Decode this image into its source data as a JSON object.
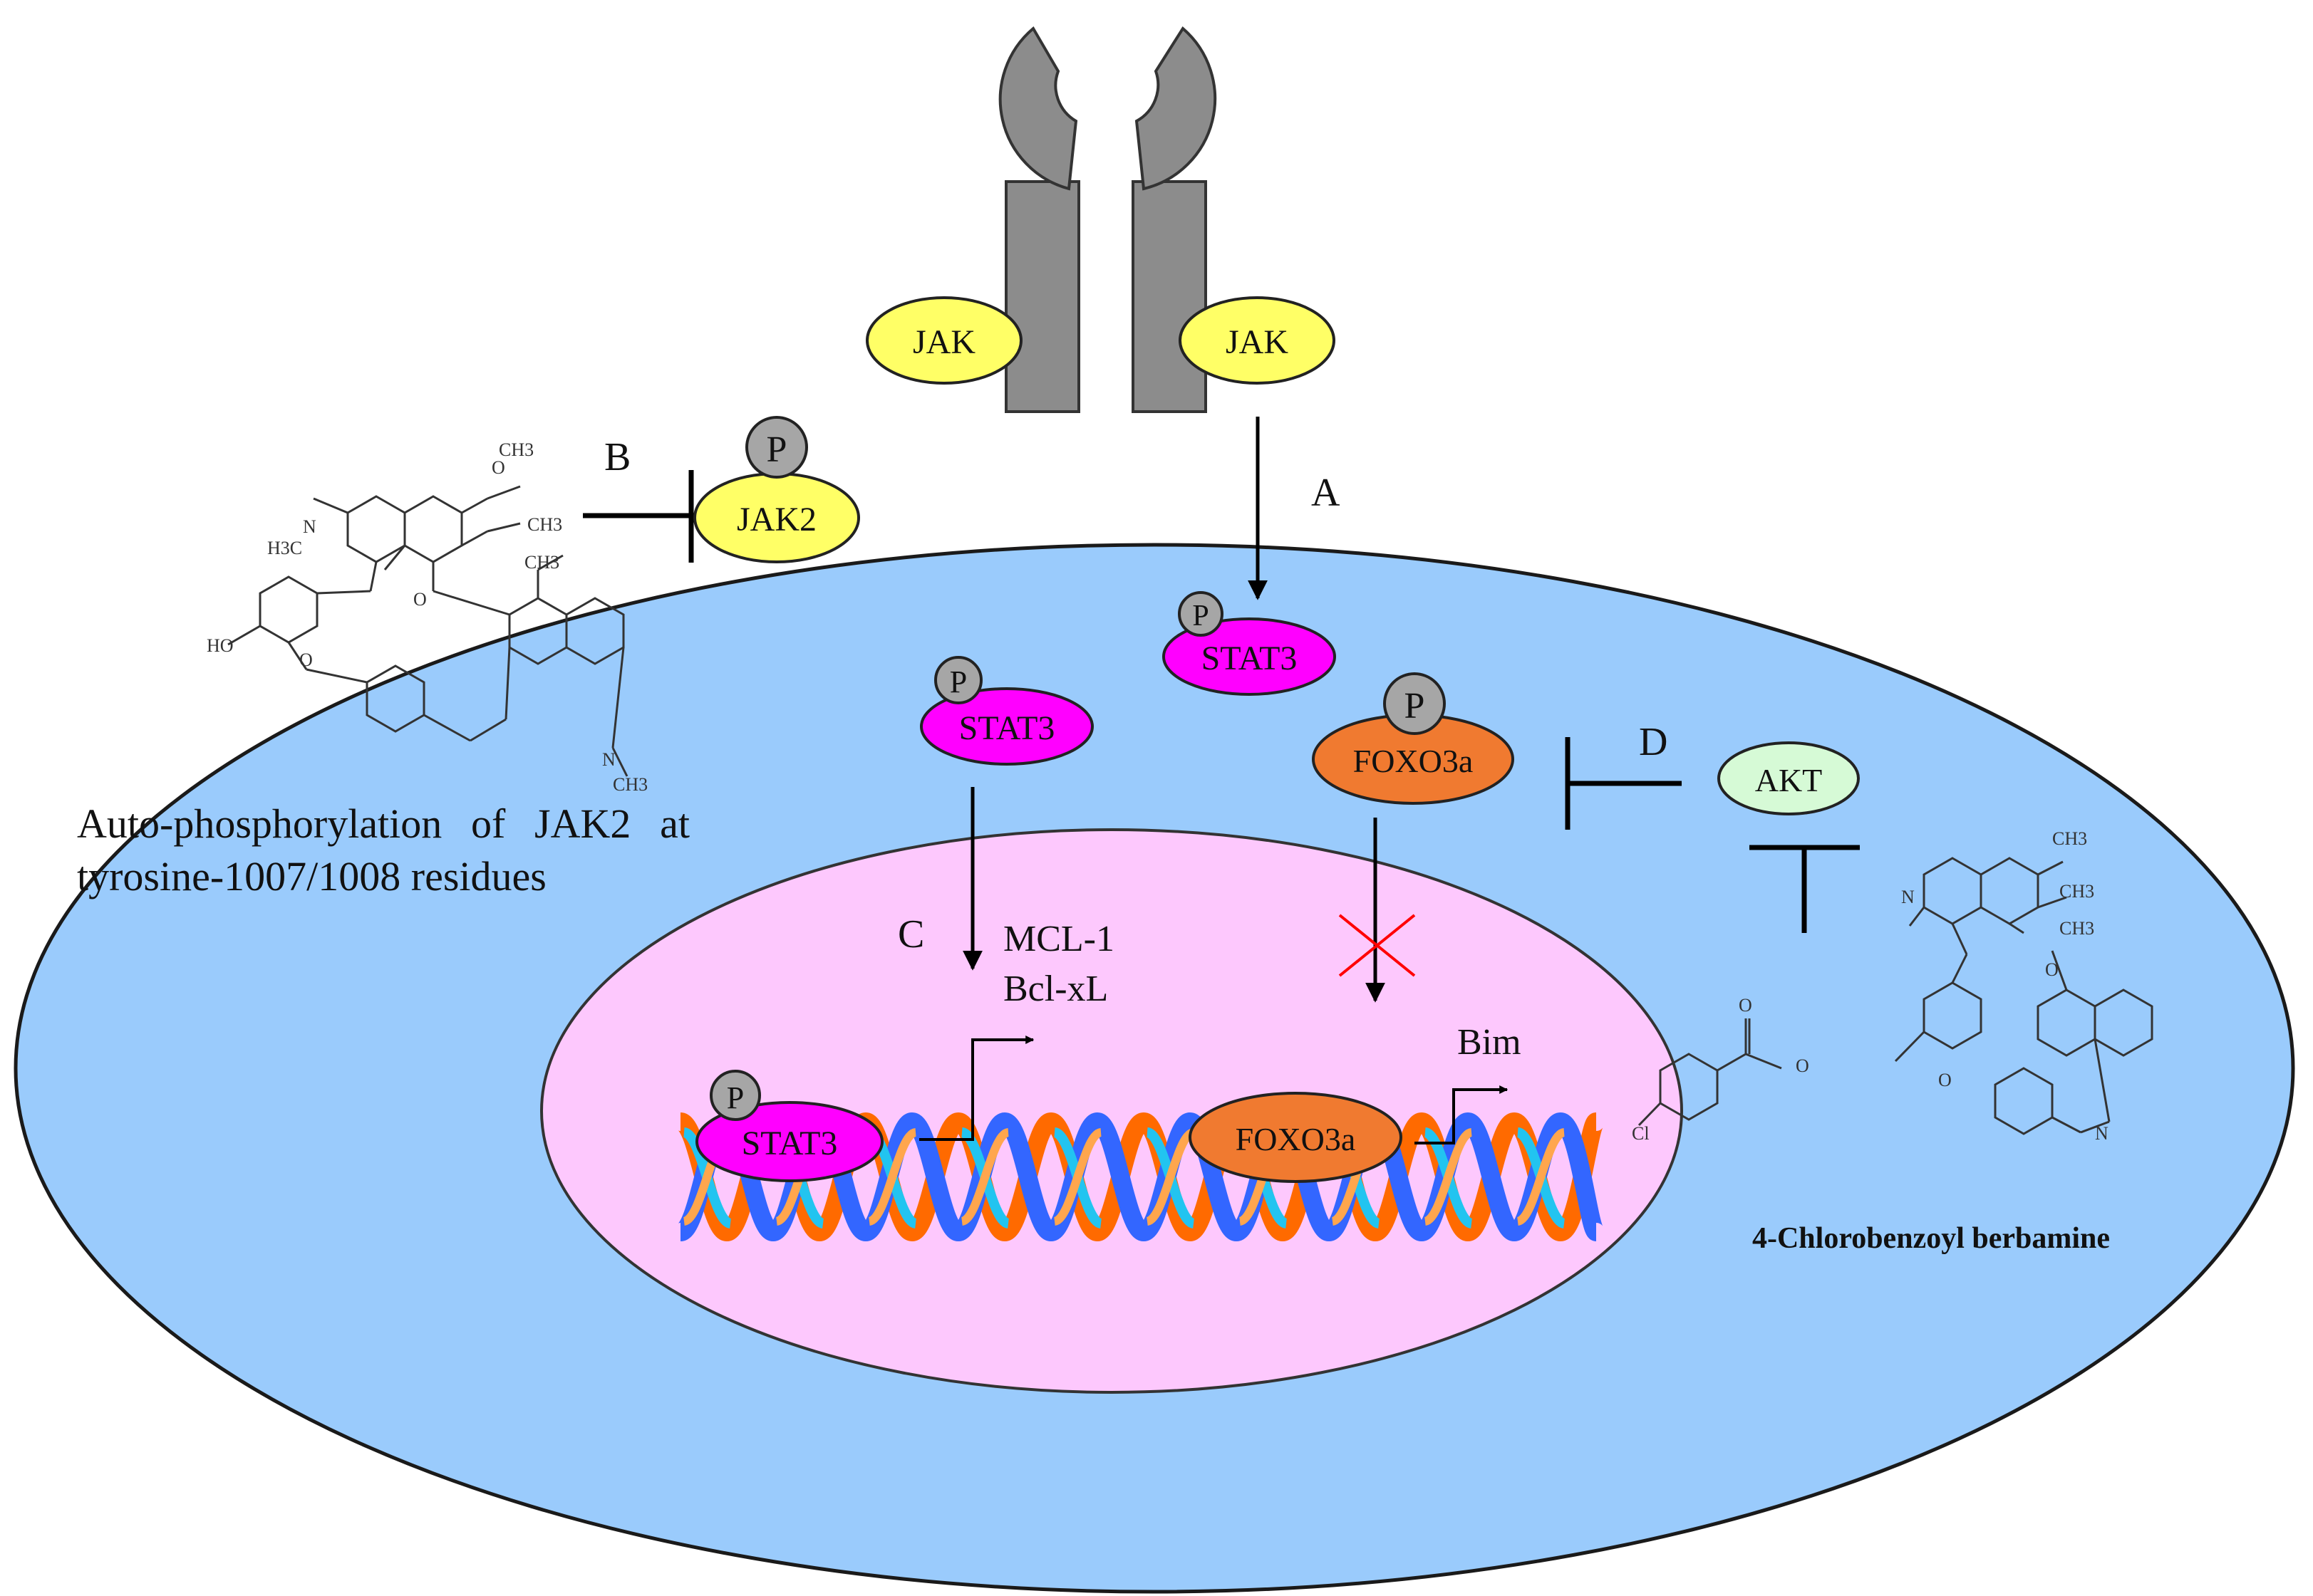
{
  "receptor": {
    "jak_left": "JAK",
    "jak_right": "JAK"
  },
  "steps": {
    "a": "A",
    "b": "B",
    "c": "C",
    "d": "D"
  },
  "cytoplasm": {
    "phospho_label": "P",
    "jak2": "JAK2",
    "stat3_right": "STAT3",
    "stat3_left": "STAT3",
    "foxo3a": "FOXO3a",
    "akt": "AKT"
  },
  "nucleus": {
    "target_genes_1": "MCL-1",
    "target_genes_2": "Bcl-xL",
    "target_gene_bim": "Bim",
    "stat3_dna": "STAT3",
    "foxo3a_dna": "FOXO3a"
  },
  "caption_jak2": "Auto-phosphorylation of JAK2 at tyrosine-1007/1008 residues",
  "compound_label": "4-Chlorobenzoyl berbamine",
  "berbamine_atoms": {
    "methyl_top": "CH3",
    "methyl_mid": "CH3",
    "methyl_low": "CH3",
    "n_methyl": "H3C",
    "n_upper": "N",
    "n_lower": "N",
    "n_methyl_low": "CH3",
    "oxygens": "O",
    "ho": "HO"
  },
  "cbb_atoms": {
    "methyl_top": "CH3",
    "methyl_mid": "CH3",
    "methyl_low": "CH3",
    "n_upper": "N",
    "n_lower": "N",
    "oxygens": "O",
    "cl": "Cl"
  },
  "colors": {
    "cell": "#9acbfc",
    "nucleus": "#fdc8fd",
    "receptor": "#8c8c8c",
    "jak": "#ffff66",
    "stat3": "#ff00ff",
    "foxo3a": "#f07a30",
    "akt": "#d6fad6",
    "phospho": "#a6a6a6",
    "dna_orange": "#ff6a00",
    "dna_blue": "#3366ff",
    "dna_cyan": "#22c4f0",
    "cross": "#ff0000"
  }
}
